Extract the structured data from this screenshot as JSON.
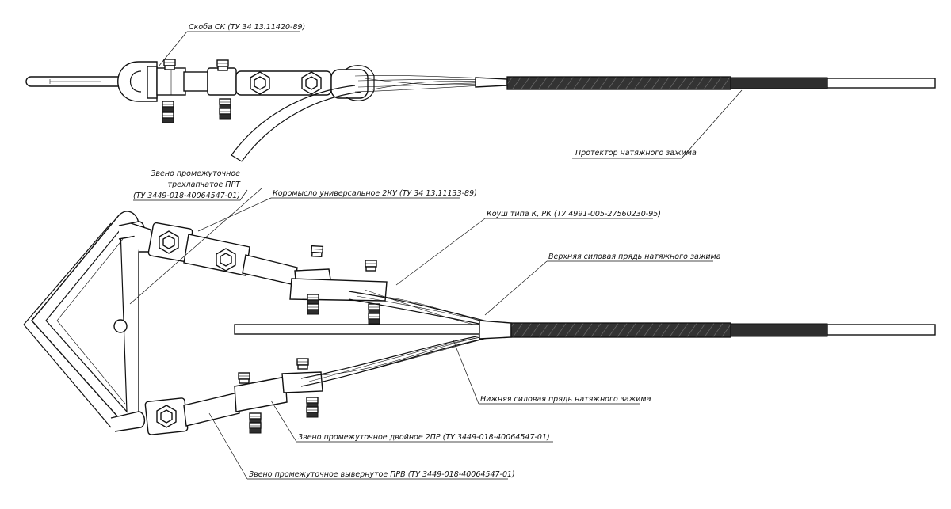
{
  "labels": {
    "skoba": "Скоба СК (ТУ 34 13.11420-89)",
    "protektor": "Протектор натяжного зажима",
    "zveno_prt_1": "Звено промежуточное",
    "zveno_prt_2": "трехлапчатое ПРТ",
    "zveno_prt_3": "(ТУ 3449-018-40064547-01)",
    "koromyslo": "Коромысло универсальное 2КУ (ТУ 34 13.11133-89)",
    "koush": "Коуш типа К, РК (ТУ 4991-005-27560230-95)",
    "verkhnyaya": "Верхняя силовая прядь натяжного зажима",
    "nizhnyaya": "Нижняя силовая прядь натяжного зажима",
    "zveno_2pr": "Звено промежуточное двойное 2ПР (ТУ 3449-018-40064547-01)",
    "zveno_prv": "Звено промежуточное вывернутое ПРВ (ТУ 3449-018-40064547-01)"
  }
}
